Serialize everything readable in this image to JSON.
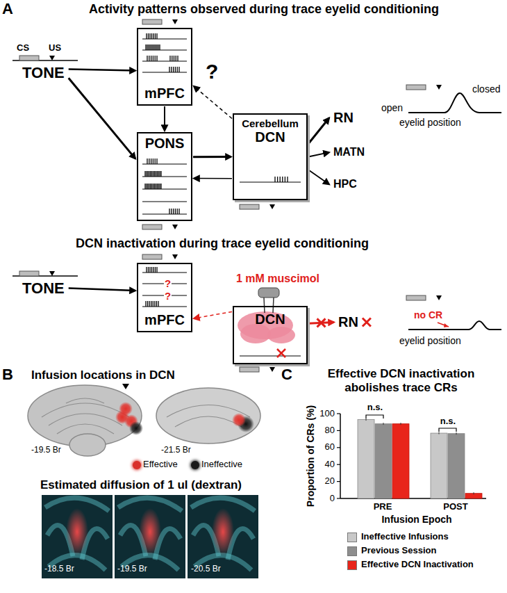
{
  "diagram": {
    "nodes": [
      {
        "text": [
          "TONE"
        ]
      },
      {
        "text": [
          "mPFC"
        ]
      },
      {
        "text": [
          "PONS"
        ]
      },
      {
        "text": [
          "Cerebellum",
          "DCN"
        ]
      },
      {
        "text": [
          "RN"
        ]
      },
      {
        "text": [
          "MATN"
        ]
      },
      {
        "text": [
          "HPC"
        ]
      },
      {
        "text": [
          "TONE"
        ]
      },
      {
        "text": [
          "mPFC"
        ]
      },
      {
        "text": [
          "DCN"
        ]
      },
      {
        "text": [
          "RN"
        ]
      }
    ],
    "edges": [
      {
        "from": 0,
        "to": 1,
        "arrow": "to"
      },
      {
        "from": 0,
        "to": 2,
        "arrow": "to"
      },
      {
        "from": 1,
        "to": 2,
        "arrow": "to"
      },
      {
        "from": 2,
        "to": 3,
        "arrow": "to"
      },
      {
        "from": 3,
        "to": 2,
        "arrow": "to"
      },
      {
        "from": 3,
        "to": 1,
        "arrow": "to"
      },
      {
        "from": 3,
        "to": 4,
        "arrow": "to"
      },
      {
        "from": 3,
        "to": 5,
        "arrow": "to"
      },
      {
        "from": 3,
        "to": 6,
        "arrow": "to"
      },
      {
        "from": 7,
        "to": 8,
        "arrow": "to"
      },
      {
        "from": 9,
        "to": 8,
        "arrow": "to"
      },
      {
        "from": 9,
        "to": 10,
        "arrow": "to"
      }
    ],
    "labels": [
      "A",
      "Activity patterns observed during trace eyelid conditioning",
      "CS",
      "US",
      "?",
      "open",
      "closed",
      "eyelid position",
      "DCN inactivation during trace eyelid conditioning",
      "?",
      "?",
      "1 mM muscimol",
      "no CR",
      "eyelid position",
      "B",
      "Infusion locations in DCN",
      "-19.5 Br",
      "-21.5 Br",
      "Estimated diffusion of 1 ul (dextran)",
      "-18.5 Br",
      "-19.5 Br",
      "-20.5 Br",
      "C",
      "Effective DCN inactivation abolishes trace CRs",
      "n.s.",
      "n.s.",
      "100",
      "80",
      "60",
      "40",
      "20",
      "0",
      "PRE",
      "POST",
      "Infusion Epoch",
      "Proportion of CRs (%)"
    ],
    "legend": [
      {
        "text": "Effective",
        "color": "#d9302b"
      },
      {
        "text": "Ineffective",
        "color": "#1a1a1a"
      },
      {
        "text": "Ineffective Infusions",
        "color": "#c8c8c8"
      },
      {
        "text": "Previous Session",
        "color": "#8e8e8e"
      },
      {
        "text": "Effective DCN Inactivation",
        "color": "#e8251b"
      }
    ]
  }
}
